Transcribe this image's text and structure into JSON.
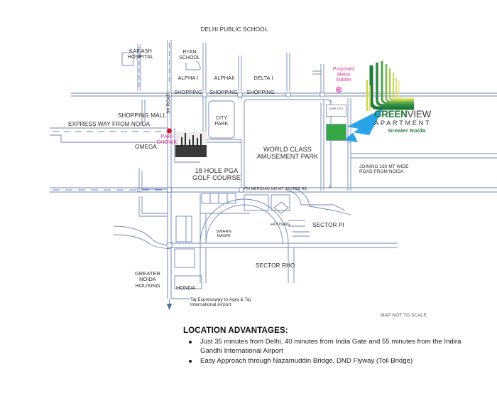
{
  "doc": {
    "kind": "location-map-brochure",
    "not_to_scale": "MAP NOT TO SCALE"
  },
  "brand": {
    "name_bold": "GREEN",
    "name_light": "VIEW",
    "subtitle": "APARTMENT",
    "location": "Greater Noida",
    "green": "#1f7a3a",
    "plot_green": "#35a843",
    "arrow_blue": "#29a3e8"
  },
  "map": {
    "road_color": "#6f86b4",
    "labels": {
      "delhi_public_school": "DELHI PUBLIC SCHOOL",
      "kailash_hospital": "KAILASH\nHOSPITAL",
      "ryan_school": "RYAN\nSCHOOL",
      "alpha_1": "ALPHA I",
      "alpha_2": "ALPHAII",
      "delta_1": "DELTA I",
      "shopping_1": "SHOPPING",
      "shopping_2": "SHOPPING",
      "shopping_3": "SHOPPING",
      "sk_road": "SK ROAD",
      "shopping_mall": "SHOPPING MALL",
      "express_way": "EXPRESS WAY FROM NOIDA",
      "omega": "OMEGA",
      "pari_chowk": "PARI\nCHOWK",
      "city_park": "CITY\nPARK",
      "world_class_amusement_park": "WORLD CLASS\nAMUSEMENT PARK",
      "golf_course": "18 HOLE PGA\nGOLF COURSE",
      "meridian_road": "4TH MERIDIAN 160 MT SECTOR RD",
      "proposed_metro_station": "Proposed\nMetro\nStation",
      "surf_city": "SURF\nCITY",
      "joining_road": "JOINING 160 MT WIDE\nROAD FROM NOIDA",
      "housing": "HOUSING",
      "sector_pi": "SECTOR PI",
      "sector_rho": "SECTOR RHO",
      "swarn_nagri": "SWARN\nNAGRI",
      "greater_noida_housing": "GREATER\nNOIDA\nHOUSING",
      "honda": "HONDA",
      "taj_expressway": "Taj Expressway to Agra & Taj\nInternational Airport"
    }
  },
  "advantages": {
    "title": "LOCATION ADVANTAGES:",
    "items": [
      "Just 35 minutes from Delhi, 40 minutes from India Gate and 55 minutes from the Indira Gandhi International Airport",
      "Easy Approach through Nazamuddin Bridge, DND Flyway (Toll Bridge)"
    ]
  }
}
